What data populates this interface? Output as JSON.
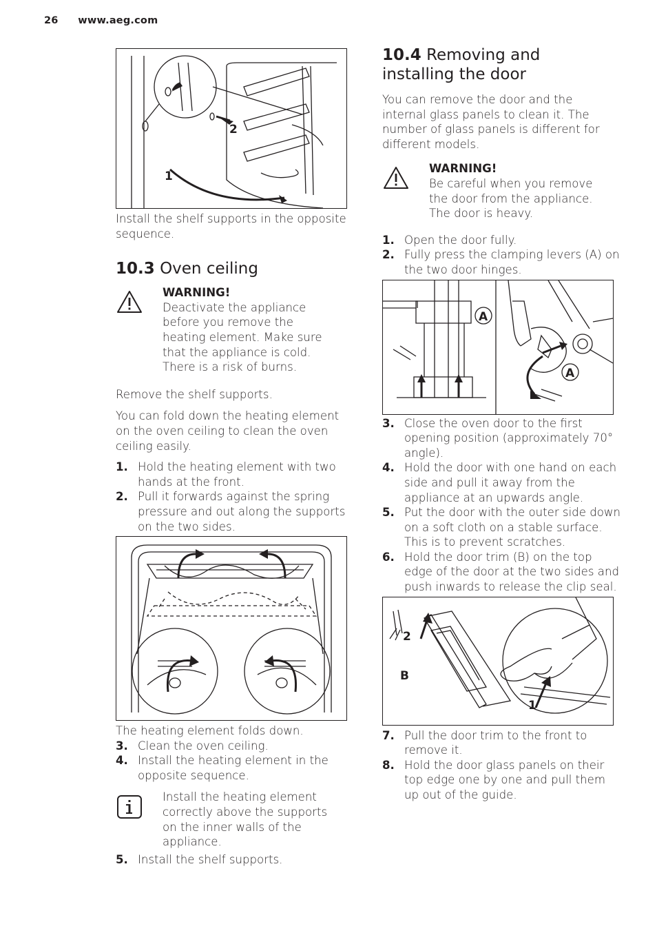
{
  "header": {
    "page_number": "26",
    "url": "www.aeg.com"
  },
  "left": {
    "figure1": {
      "label_1": "1",
      "label_2": "2"
    },
    "caption1": "Install the shelf supports in the opposite sequence.",
    "section_10_3": {
      "number": "10.3",
      "title": "Oven ceiling",
      "warning_title": "WARNING!",
      "warning_text": "Deactivate the appliance before you remove the heating element. Make sure that the appliance is cold. There is a risk of burns.",
      "para1": "Remove the shelf supports.",
      "para2": "You can fold down the heating element on the oven ceiling to clean the oven ceiling easily.",
      "steps_a": [
        {
          "n": "1.",
          "text": "Hold the heating element with two hands at the front."
        },
        {
          "n": "2.",
          "text": "Pull it forwards against the spring pressure and out along the supports on the two sides."
        }
      ],
      "caption2": "The heating element folds down.",
      "steps_b": [
        {
          "n": "3.",
          "text": "Clean the oven ceiling."
        },
        {
          "n": "4.",
          "text": "Install the heating element in the opposite sequence."
        }
      ],
      "info_text": "Install the heating element correctly above the supports on the inner walls of the appliance.",
      "steps_c": [
        {
          "n": "5.",
          "text": "Install the shelf supports."
        }
      ]
    }
  },
  "right": {
    "section_10_4": {
      "number": "10.4",
      "title": "Removing and installing the door",
      "intro": "You can remove the door and the internal glass panels to clean it. The number of glass panels is different for different models.",
      "warning_title": "WARNING!",
      "warning_text": "Be careful when you remove the door from the appliance. The door is heavy.",
      "steps_a": [
        {
          "n": "1.",
          "text": "Open the door fully."
        },
        {
          "n": "2.",
          "text": "Fully press the clamping levers (A) on the two door hinges."
        }
      ],
      "figure3": {
        "label_a1": "A",
        "label_a2": "A"
      },
      "steps_b": [
        {
          "n": "3.",
          "text": "Close the oven door to the first opening position (approximately 70° angle)."
        },
        {
          "n": "4.",
          "text": "Hold the door with one hand on each side and pull it away from the appliance at an upwards angle."
        },
        {
          "n": "5.",
          "text": "Put the door with the outer side down on a soft cloth on a stable surface. This is to prevent scratches."
        },
        {
          "n": "6.",
          "text": "Hold the door trim (B) on the top edge of the door at the two sides and push inwards to release the clip seal."
        }
      ],
      "figure4": {
        "label_2": "2",
        "label_b": "B",
        "label_1": "1"
      },
      "steps_c": [
        {
          "n": "7.",
          "text": "Pull the door trim to the front to remove it."
        },
        {
          "n": "8.",
          "text": "Hold the door glass panels on their top edge one by one and pull them up out of the guide."
        }
      ]
    }
  }
}
